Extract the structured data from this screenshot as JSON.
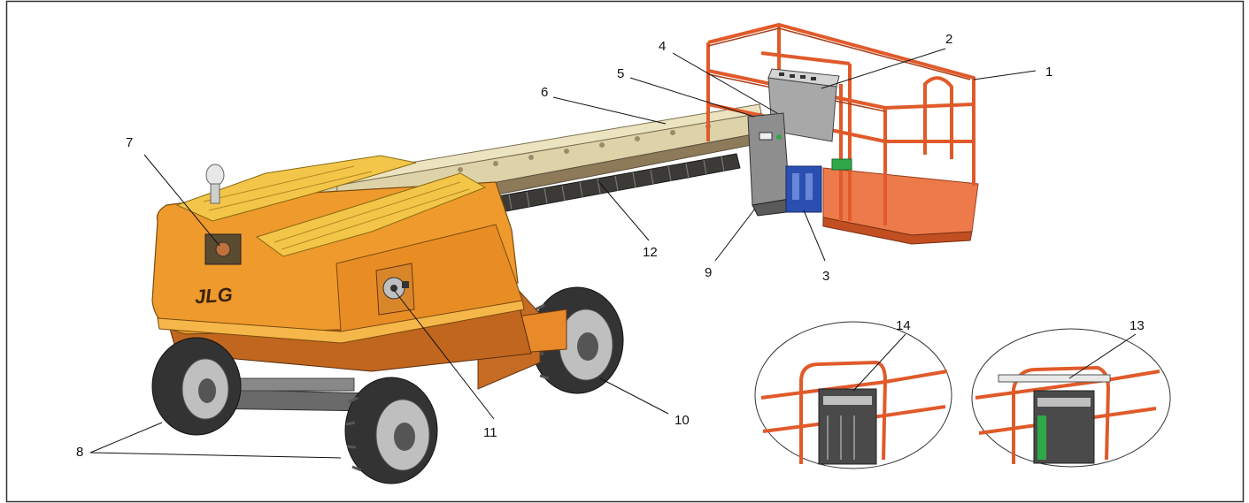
{
  "diagram": {
    "brand_logo_text": "JLG",
    "callouts": [
      {
        "id": "callout-1",
        "label": "1"
      },
      {
        "id": "callout-2",
        "label": "2"
      },
      {
        "id": "callout-3",
        "label": "3"
      },
      {
        "id": "callout-4",
        "label": "4"
      },
      {
        "id": "callout-5",
        "label": "5"
      },
      {
        "id": "callout-6",
        "label": "6"
      },
      {
        "id": "callout-7",
        "label": "7"
      },
      {
        "id": "callout-8",
        "label": "8"
      },
      {
        "id": "callout-9",
        "label": "9"
      },
      {
        "id": "callout-10",
        "label": "10"
      },
      {
        "id": "callout-11",
        "label": "11"
      },
      {
        "id": "callout-12",
        "label": "12"
      },
      {
        "id": "callout-13",
        "label": "13"
      },
      {
        "id": "callout-14",
        "label": "14"
      }
    ],
    "colors": {
      "body_orange": "#ee9a2c",
      "body_dark": "#b8651a",
      "cover_yellow": "#f3c64a",
      "boom_tan": "#ddd2a8",
      "cage_orange": "#e05a2a",
      "platform_floor": "#ec7a4a",
      "tire_dark": "#3a3a3a",
      "control_box_grey": "#9a9a9a",
      "accent_blue": "#2b4fb0",
      "accent_green": "#2fa84a",
      "frame": "#333333"
    }
  }
}
